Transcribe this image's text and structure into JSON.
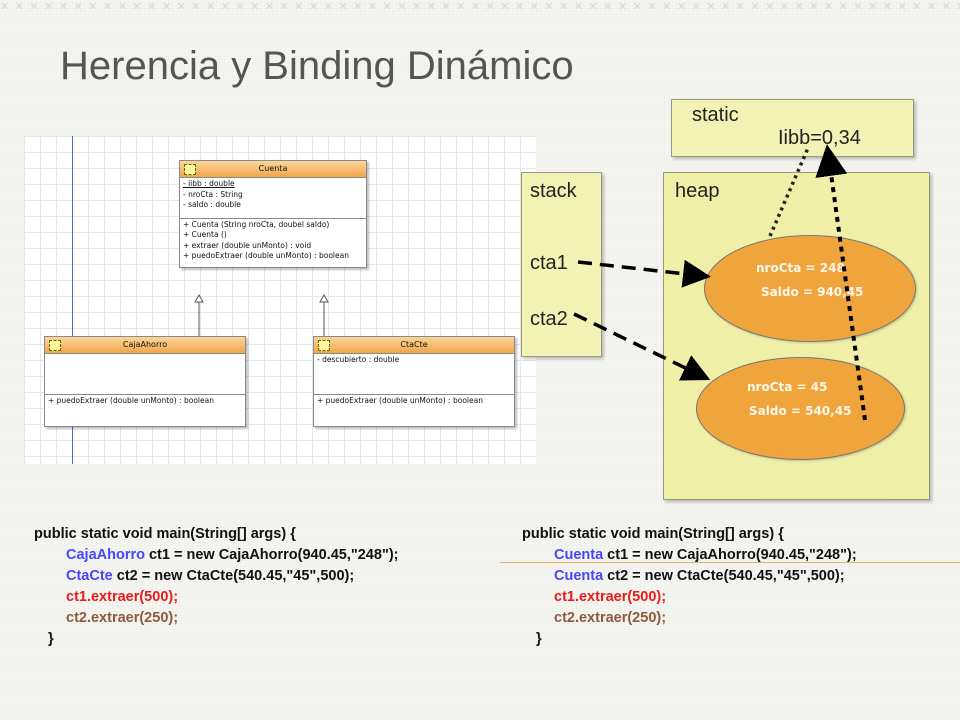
{
  "slide": {
    "title": "Herencia y Binding Dinámico"
  },
  "uml": {
    "cuenta": {
      "name": "Cuenta",
      "attributes": [
        "- iibb  : double",
        "- nroCta  : String",
        "- saldo  : double"
      ],
      "methods": [
        "+ Cuenta (String nroCta, doubel saldo)",
        "+ Cuenta ()",
        "+ extraer (double unMonto) : void",
        "+ puedoExtraer (double unMonto) : boolean"
      ]
    },
    "cajaAhorro": {
      "name": "CajaAhorro",
      "methods": [
        "+ puedoExtraer (double unMonto) : boolean"
      ]
    },
    "ctaCte": {
      "name": "CtaCte",
      "attributes": [
        "- descubierto  : double"
      ],
      "methods": [
        "+ puedoExtraer (double unMonto) : boolean"
      ]
    }
  },
  "memory": {
    "static_label": "static",
    "static_value": "Iibb=0,34",
    "stack_label": "stack",
    "heap_label": "heap",
    "vars": [
      "cta1",
      "cta2"
    ],
    "objects": [
      {
        "nro": "nroCta = 248",
        "saldo": "Saldo = 940,45"
      },
      {
        "nro": "nroCta = 45",
        "saldo": "Saldo = 540,45"
      }
    ]
  },
  "code_left": {
    "signature": "public static void main(String[] args) {",
    "line1_type": "CajaAhorro",
    "line1_rest": " ct1 = new CajaAhorro(940.45,\"248\");",
    "line2_type": "CtaCte",
    "line2_rest": " ct2 = new CtaCte(540.45,\"45\",500);",
    "line3": "ct1.extraer(500);",
    "line4": "ct2.extraer(250);",
    "close": "}"
  },
  "code_right": {
    "signature": "public static void main(String[] args) {",
    "line1_type": "Cuenta",
    "line1_rest": " ct1 = new CajaAhorro(940.45,\"248\");",
    "line2_type": "Cuenta",
    "line2_rest": " ct2 = new CtaCte(540.45,\"45\",500);",
    "line3": "ct1.extraer(500);",
    "line4": "ct2.extraer(250);",
    "close": "}"
  },
  "colors": {
    "type_blue": "#4646ff",
    "call_red": "#e81c1c",
    "call_brown": "#8c5a3a",
    "object_orange": "#f0a53c",
    "box_yellow": "#f2f2b4"
  }
}
